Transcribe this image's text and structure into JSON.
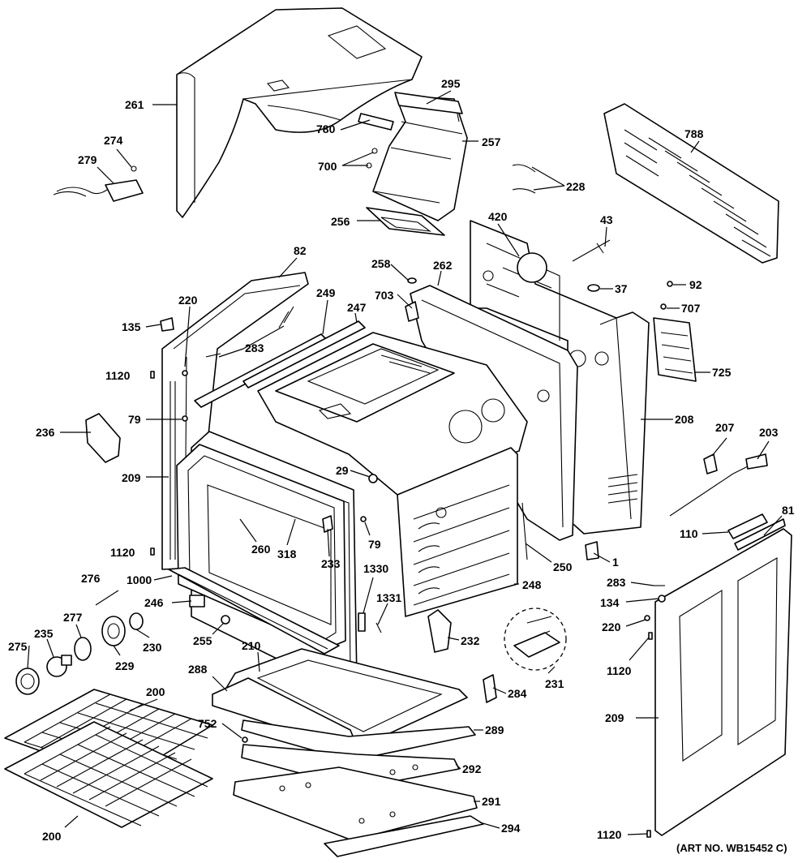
{
  "art_number": "(ART NO. WB15452 C)",
  "callouts": {
    "c261": "261",
    "c274": "274",
    "c279": "279",
    "c780": "780",
    "c295": "295",
    "c257": "257",
    "c700": "700",
    "c256": "256",
    "c228": "228",
    "c788": "788",
    "c420": "420",
    "c43": "43",
    "c82": "82",
    "c258": "258",
    "c262": "262",
    "c220a": "220",
    "c249": "249",
    "c703": "703",
    "c247": "247",
    "c37": "37",
    "c92": "92",
    "c707": "707",
    "c135": "135",
    "c283a": "283",
    "c725": "725",
    "c1120a": "1120",
    "c208": "208",
    "c236": "236",
    "c79a": "79",
    "c207": "207",
    "c203": "203",
    "c209a": "209",
    "c29": "29",
    "c81": "81",
    "c110": "110",
    "c1120b": "1120",
    "c260": "260",
    "c318": "318",
    "c233": "233",
    "c79b": "79",
    "c250": "250",
    "c1": "1",
    "c276": "276",
    "c1000": "1000",
    "c1330": "1330",
    "c248": "248",
    "c283b": "283",
    "c246": "246",
    "c1331": "1331",
    "c134": "134",
    "c277": "277",
    "c235": "235",
    "c220b": "220",
    "c275": "275",
    "c230": "230",
    "c255": "255",
    "c232": "232",
    "c229": "229",
    "c210": "210",
    "c1120c": "1120",
    "c231": "231",
    "c288": "288",
    "c284": "284",
    "c200a": "200",
    "c209b": "209",
    "c752": "752",
    "c289": "289",
    "c292": "292",
    "c291": "291",
    "c200b": "200",
    "c294": "294",
    "c1120d": "1120"
  }
}
